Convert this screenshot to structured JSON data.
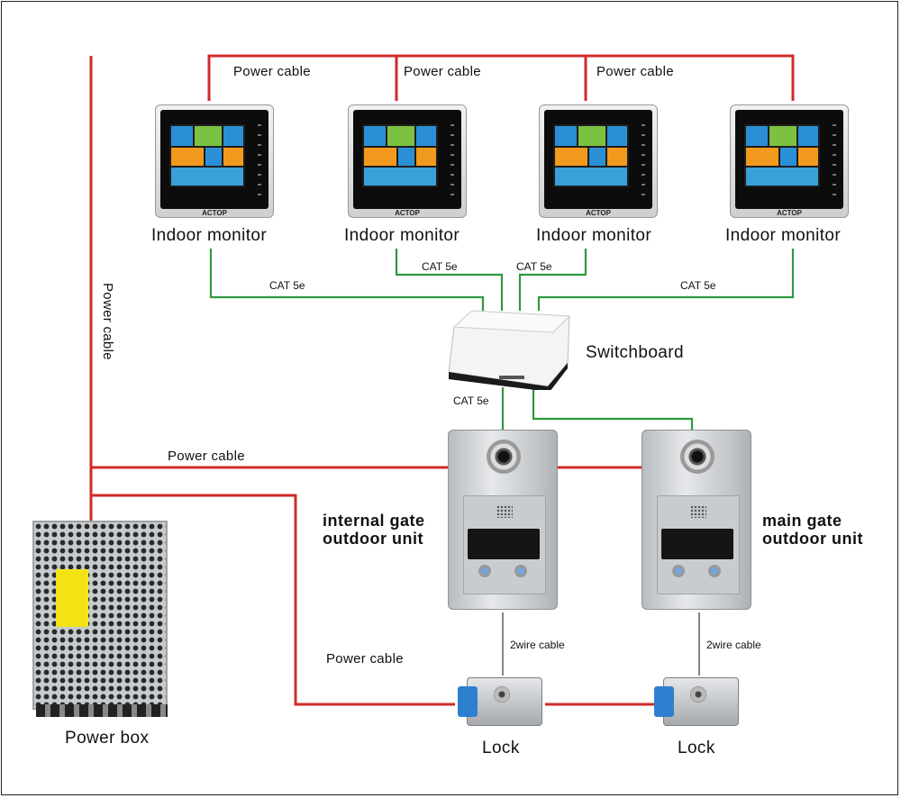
{
  "colors": {
    "power": "#d02a2a",
    "cat": "#2e9a3e"
  },
  "labels": {
    "power_cable": "Power cable",
    "cat5e": "CAT 5e",
    "indoor_monitor": "Indoor monitor",
    "switchboard": "Switchboard",
    "internal_gate_line1": "internal gate",
    "internal_gate_line2": "outdoor unit",
    "main_gate_line1": "main gate",
    "main_gate_line2": "outdoor unit",
    "two_wire": "2wire cable",
    "lock": "Lock",
    "power_box": "Power box",
    "brand": "ACTOP"
  }
}
